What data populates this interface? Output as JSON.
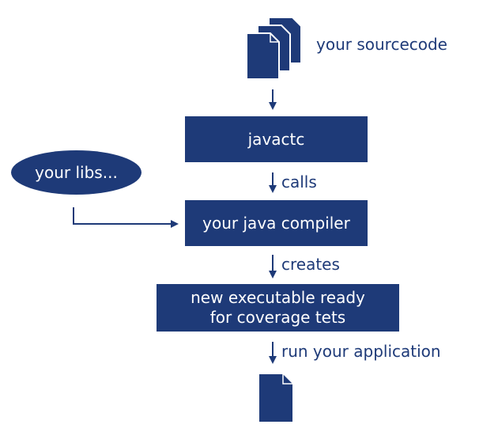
{
  "colors": {
    "primary": "#1e3a78",
    "background": "#ffffff"
  },
  "source_label": "your sourcecode",
  "libs_label": "your libs...",
  "javactc_label": "javactc",
  "compiler_label": "your java compiler",
  "executable_label_line1": "new executable ready",
  "executable_label_line2": "for coverage tets",
  "edge_calls": "calls",
  "edge_creates": "creates",
  "edge_run": "run your application",
  "icons": {
    "source": "document-stack-icon",
    "output": "document-icon"
  }
}
